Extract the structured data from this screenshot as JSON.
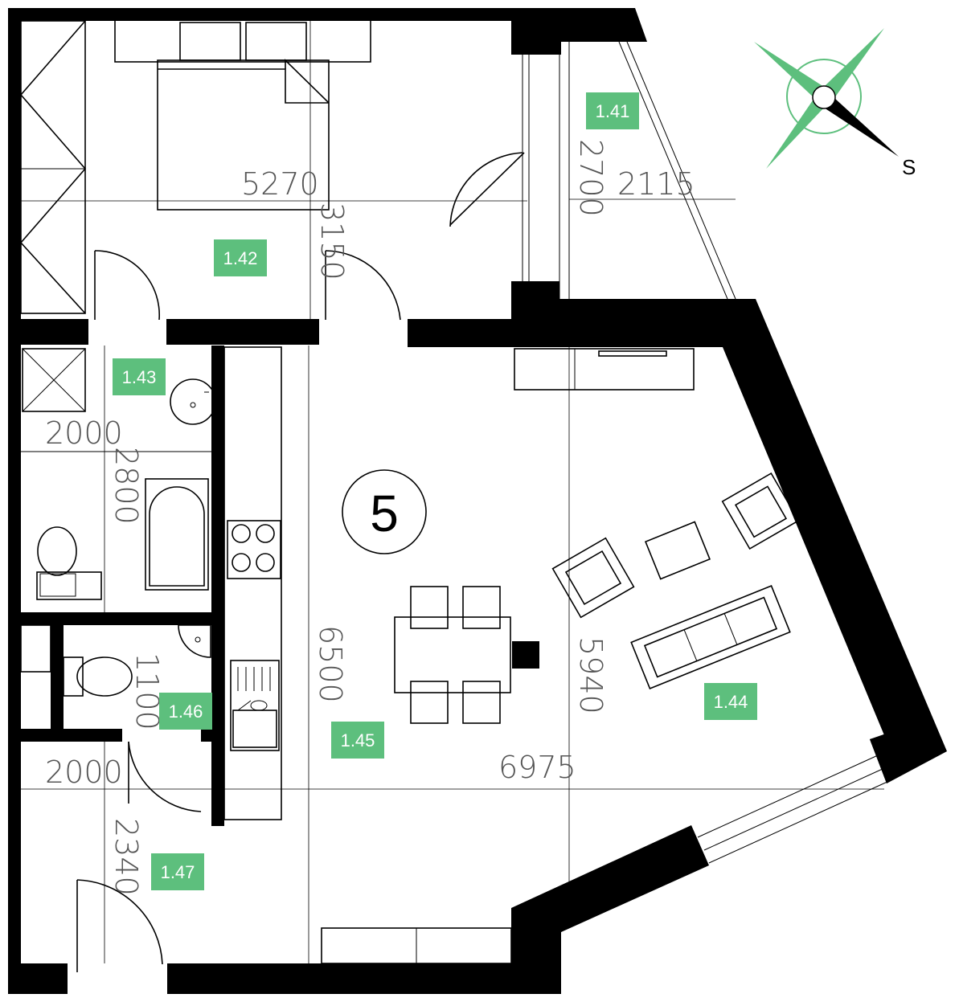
{
  "plan": {
    "unit_number": "5",
    "accent_color": "#5dbf7d",
    "compass": {
      "letter": "S"
    },
    "rooms": [
      {
        "id": "1.41",
        "label": "1.41"
      },
      {
        "id": "1.42",
        "label": "1.42"
      },
      {
        "id": "1.43",
        "label": "1.43"
      },
      {
        "id": "1.44",
        "label": "1.44"
      },
      {
        "id": "1.45",
        "label": "1.45"
      },
      {
        "id": "1.46",
        "label": "1.46"
      },
      {
        "id": "1.47",
        "label": "1.47"
      }
    ],
    "dimensions": {
      "bedroom_width": "5270",
      "bedroom_depth": "3150",
      "balcony_depth": "2700",
      "balcony_width": "2115",
      "bath_width": "2000",
      "bath_depth": "2800",
      "wc_depth": "1100",
      "hall_width": "2000",
      "hall_depth": "2340",
      "kitchen_depth": "6500",
      "living_depth": "5940",
      "living_width": "6975"
    }
  }
}
